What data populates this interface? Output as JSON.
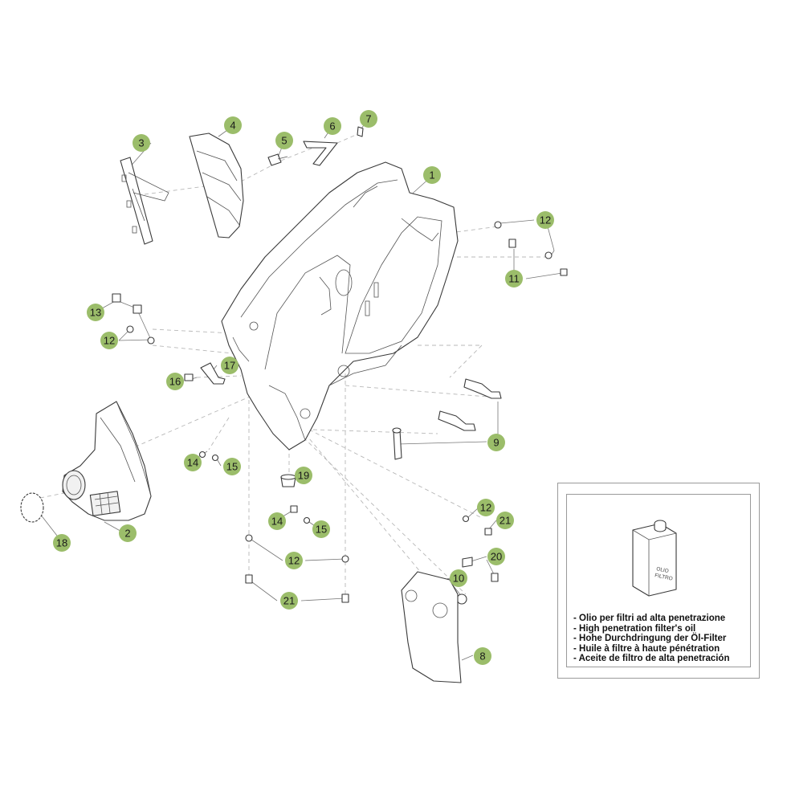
{
  "badge_color": "#9bbd6a",
  "callouts": [
    {
      "id": "c1",
      "label": "1"
    },
    {
      "id": "c2",
      "label": "2"
    },
    {
      "id": "c3",
      "label": "3"
    },
    {
      "id": "c4",
      "label": "4"
    },
    {
      "id": "c5",
      "label": "5"
    },
    {
      "id": "c6",
      "label": "6"
    },
    {
      "id": "c7",
      "label": "7"
    },
    {
      "id": "c8",
      "label": "8"
    },
    {
      "id": "c9",
      "label": "9"
    },
    {
      "id": "c10",
      "label": "10"
    },
    {
      "id": "c11",
      "label": "11"
    },
    {
      "id": "c12a",
      "label": "12"
    },
    {
      "id": "c12b",
      "label": "12"
    },
    {
      "id": "c12c",
      "label": "12"
    },
    {
      "id": "c12d",
      "label": "12"
    },
    {
      "id": "c13",
      "label": "13"
    },
    {
      "id": "c14a",
      "label": "14"
    },
    {
      "id": "c14b",
      "label": "14"
    },
    {
      "id": "c15a",
      "label": "15"
    },
    {
      "id": "c15b",
      "label": "15"
    },
    {
      "id": "c16",
      "label": "16"
    },
    {
      "id": "c17",
      "label": "17"
    },
    {
      "id": "c18",
      "label": "18"
    },
    {
      "id": "c19",
      "label": "19"
    },
    {
      "id": "c20",
      "label": "20"
    },
    {
      "id": "c21a",
      "label": "21"
    },
    {
      "id": "c21b",
      "label": "21"
    }
  ],
  "legend": {
    "can_label_line1": "OLIO",
    "can_label_line2": "FILTRO",
    "lines": [
      "- Olio per filtri ad alta penetrazione",
      "- High penetration filter's oil",
      "- Hohe Durchdringung der Öl-Filter",
      "- Huile à filtre à haute pénétration",
      "- Aceite de filtro de alta penetración"
    ]
  }
}
